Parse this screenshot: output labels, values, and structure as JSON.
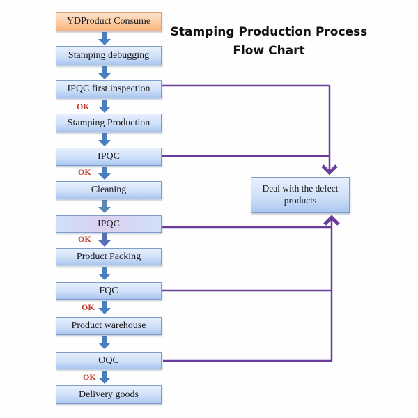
{
  "title": {
    "line1": "Stamping Production Process",
    "line2": "Flow Chart"
  },
  "steps": [
    {
      "label": "YDProduct Consume",
      "type": "start"
    },
    {
      "label": "Stamping debugging",
      "type": "process"
    },
    {
      "label": "IPQC first inspection",
      "type": "inspection"
    },
    {
      "label": "Stamping Production",
      "type": "process"
    },
    {
      "label": "IPQC",
      "type": "inspection"
    },
    {
      "label": "Cleaning",
      "type": "process"
    },
    {
      "label": "IPQC",
      "type": "inspection"
    },
    {
      "label": "Product Packing",
      "type": "process"
    },
    {
      "label": "FQC",
      "type": "inspection"
    },
    {
      "label": "Product warehouse",
      "type": "process"
    },
    {
      "label": "OQC",
      "type": "inspection"
    },
    {
      "label": "Delivery goods",
      "type": "end"
    }
  ],
  "ok_label": "OK",
  "defect_box": {
    "label": "Deal with the defect products"
  },
  "colors": {
    "flow_arrow": "#4a7fbd",
    "reject_line": "#6a3d9a",
    "ok_text": "#c0392b",
    "start_box": "#fcc99d",
    "process_box": "#cfe0f8"
  }
}
